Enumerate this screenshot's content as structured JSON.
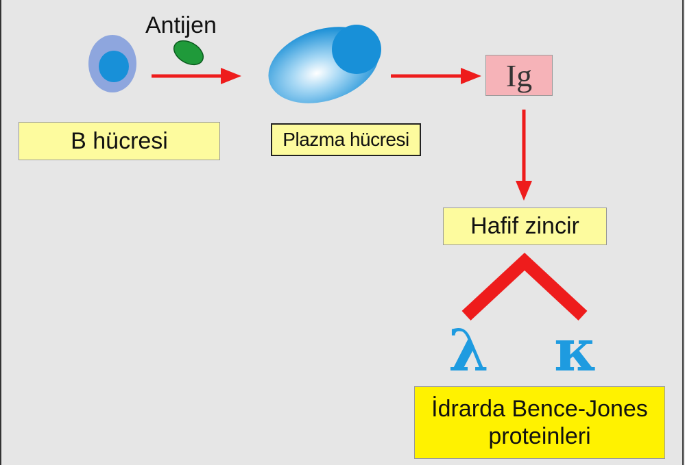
{
  "labels": {
    "antigen": "Antijen",
    "b_cell": "B hücresi",
    "plasma_cell": "Plazma hücresi",
    "ig": "Ig",
    "light_chain": "Hafif zincir",
    "lambda": "λ",
    "kappa": "κ",
    "bence_jones": "İdrarda Bence-Jones proteinleri"
  },
  "colors": {
    "background": "#e6e6e6",
    "arrow": "#ee1c1c",
    "label_box": "#fdfb9e",
    "ig_box": "#f6b3b8",
    "highlight_box": "#fff200",
    "cell_blue": "#1890d8",
    "cell_outer": "#8ea6de",
    "antigen_green": "#1f9a3a",
    "greek_blue": "#1e9be0"
  }
}
